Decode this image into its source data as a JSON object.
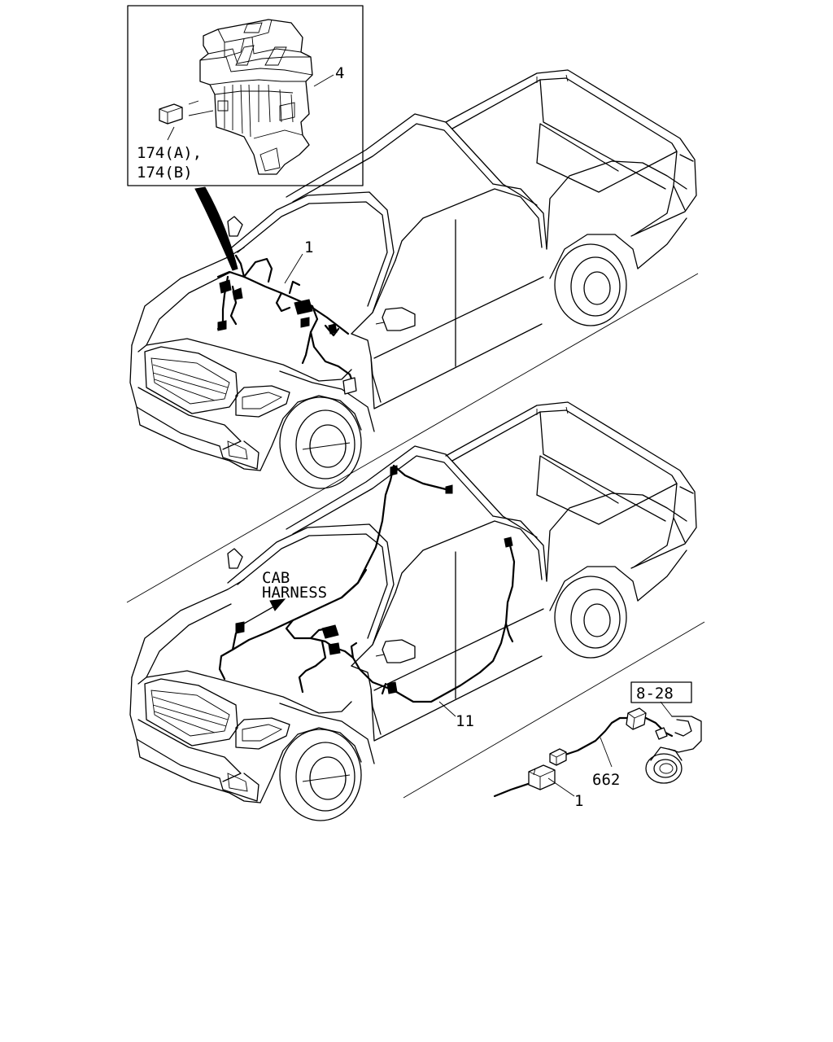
{
  "callouts": {
    "fuse_box": "4",
    "relay_a": "174(A),",
    "relay_b": "174(B)",
    "engine_harness": "1",
    "cab_harness_line1": "CAB",
    "cab_harness_line2": "HARNESS",
    "cab_harness_part": "11",
    "sub_harness": "662",
    "connector_harness": "1",
    "reference": "8-28"
  }
}
